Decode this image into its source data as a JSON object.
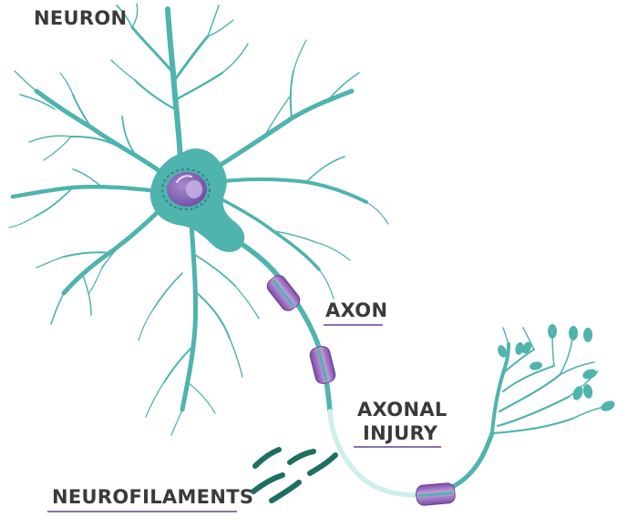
{
  "labels": {
    "title": "NEURON",
    "axon": "AXON",
    "axonal_injury_line1": "AXONAL",
    "axonal_injury_line2": "INJURY",
    "neurofilaments": "NEUROFILAMENTS"
  },
  "colors": {
    "neuron_teal": "#4fb3ae",
    "neuron_teal_dark": "#3c9f9a",
    "injured_axon": "#d8f3f1",
    "myelin_purple": "#9b6cc0",
    "myelin_light": "#d9c1ec",
    "nucleus_purple": "#8a66b8",
    "neurofilament_green": "#1d6f62",
    "label_text": "#3a3a3a",
    "label_underline": "#8c6fb0"
  }
}
